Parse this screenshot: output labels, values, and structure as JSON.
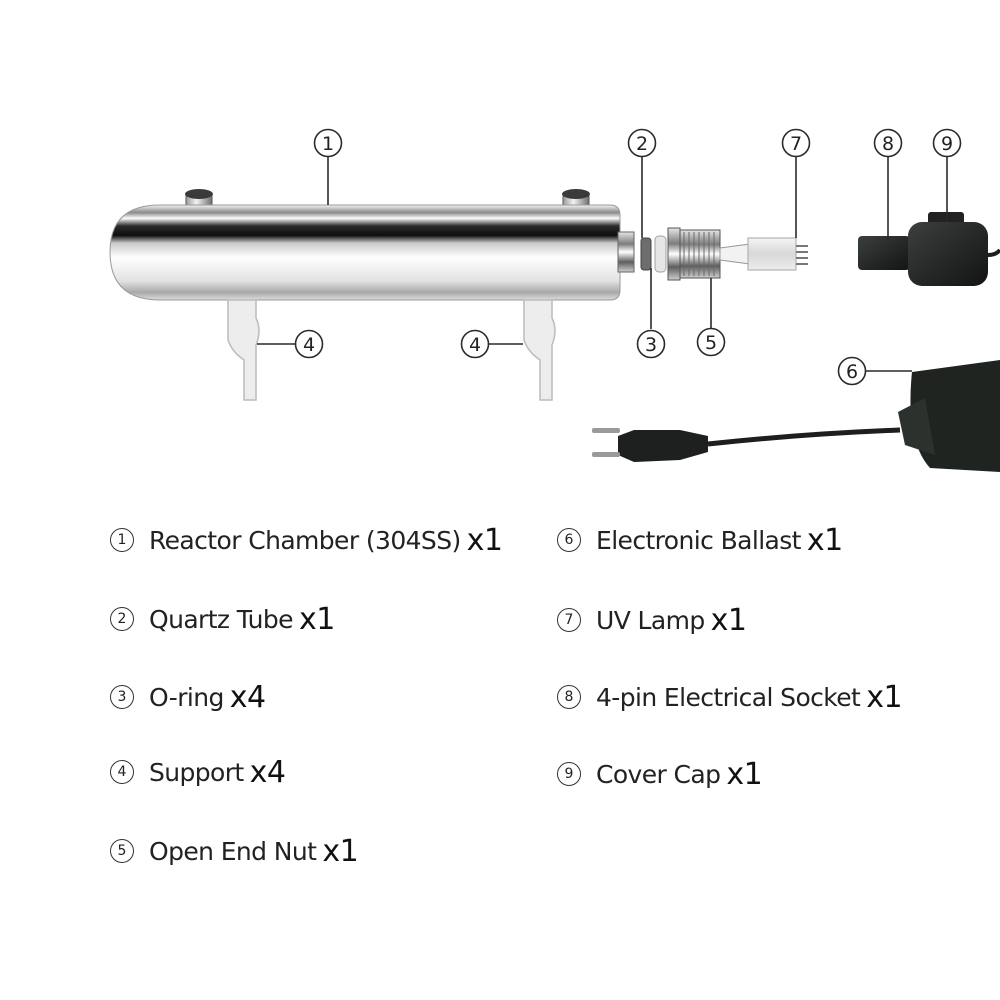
{
  "callouts": [
    "1",
    "2",
    "3",
    "4",
    "4",
    "5",
    "6",
    "7",
    "8",
    "9"
  ],
  "parts": [
    {
      "num": "1",
      "name": "Reactor Chamber (304SS)",
      "qty": "x1"
    },
    {
      "num": "2",
      "name": "Quartz Tube",
      "qty": "x1"
    },
    {
      "num": "3",
      "name": "O-ring",
      "qty": "x4"
    },
    {
      "num": "4",
      "name": "Support",
      "qty": "x4"
    },
    {
      "num": "5",
      "name": "Open End Nut",
      "qty": "x1"
    },
    {
      "num": "6",
      "name": "Electronic Ballast",
      "qty": "x1"
    },
    {
      "num": "7",
      "name": "UV Lamp",
      "qty": "x1"
    },
    {
      "num": "8",
      "name": "4-pin Electrical Socket",
      "qty": "x1"
    },
    {
      "num": "9",
      "name": "Cover Cap",
      "qty": "x1"
    }
  ]
}
